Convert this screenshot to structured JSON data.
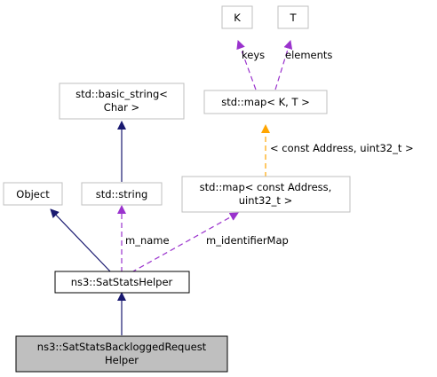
{
  "colors": {
    "background": "#ffffff",
    "node_border_light": "#bfbfbf",
    "node_border_dark": "#000000",
    "node_fill": "#ffffff",
    "highlight_fill": "#bfbfbf",
    "inheritance_edge": "#191970",
    "usage_edge": "#9a32cd",
    "template_edge": "#ffa500"
  },
  "nodes": {
    "k": {
      "label": "K"
    },
    "t": {
      "label": "T"
    },
    "std_map_kt": {
      "label": "std::map< K, T >"
    },
    "basic_string": {
      "line1": "std::basic_string<",
      "line2": "Char >"
    },
    "std_map_addr": {
      "line1": "std::map< const Address,",
      "line2": "uint32_t >"
    },
    "object": {
      "label": "Object"
    },
    "std_string": {
      "label": "std::string"
    },
    "sat_stats_helper": {
      "label": "ns3::SatStatsHelper"
    },
    "backlogged_helper": {
      "line1": "ns3::SatStatsBackloggedRequest",
      "line2": "Helper"
    }
  },
  "edges": {
    "keys": "keys",
    "elements": "elements",
    "template_args": "< const Address, uint32_t >",
    "m_name": "m_name",
    "m_identifier_map": "m_identifierMap"
  }
}
